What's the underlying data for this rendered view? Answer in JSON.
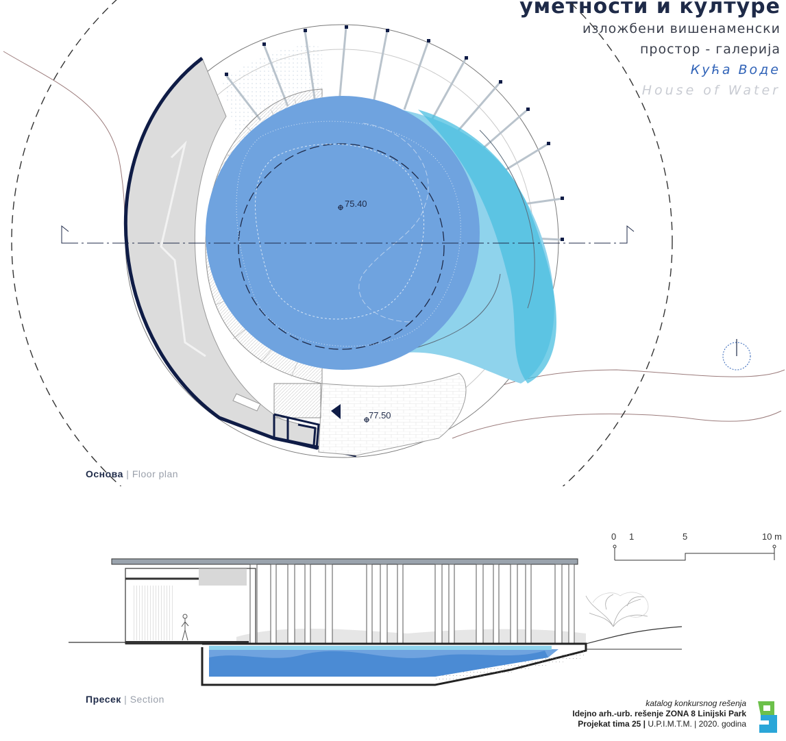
{
  "title": {
    "main": "уметности и културе",
    "line1": "изложбени вишенаменски",
    "line2": "простор - галерија",
    "line3": "Кућа Воде",
    "line4": "House of Water"
  },
  "plan": {
    "level_pool": "75.40",
    "level_entry": "77.50",
    "caption_main": "Основа",
    "caption_sep": " | ",
    "caption_sub": "Floor plan"
  },
  "section": {
    "caption_main": "Пресек",
    "caption_sep": " | ",
    "caption_sub": "Section"
  },
  "scale_bar": {
    "labels": [
      "0",
      "1",
      "5",
      "10 m"
    ]
  },
  "footer": {
    "line1": "katalog konkursnog rešenja",
    "line2": "Idejno arh.-urb. rešenje ZONA 8 Linijski Park",
    "line3_bold": "Projekat tima 25 |",
    "line3_rest": " U.P.I.M.T.M. | 2020. godina"
  },
  "colors": {
    "pool": "#6fa3df",
    "water_light": "#8fd3ec",
    "water_bright": "#4bbfe0",
    "dark_navy": "#0f1c46",
    "wall_grey": "#dcdcdc",
    "logo_green": "#6cc04a",
    "logo_blue": "#2aa6d8"
  },
  "icons": {
    "north": "north-arrow-icon",
    "entrance": "entrance-arrow-icon",
    "level": "level-marker-icon",
    "logo": "competition-logo-icon"
  }
}
